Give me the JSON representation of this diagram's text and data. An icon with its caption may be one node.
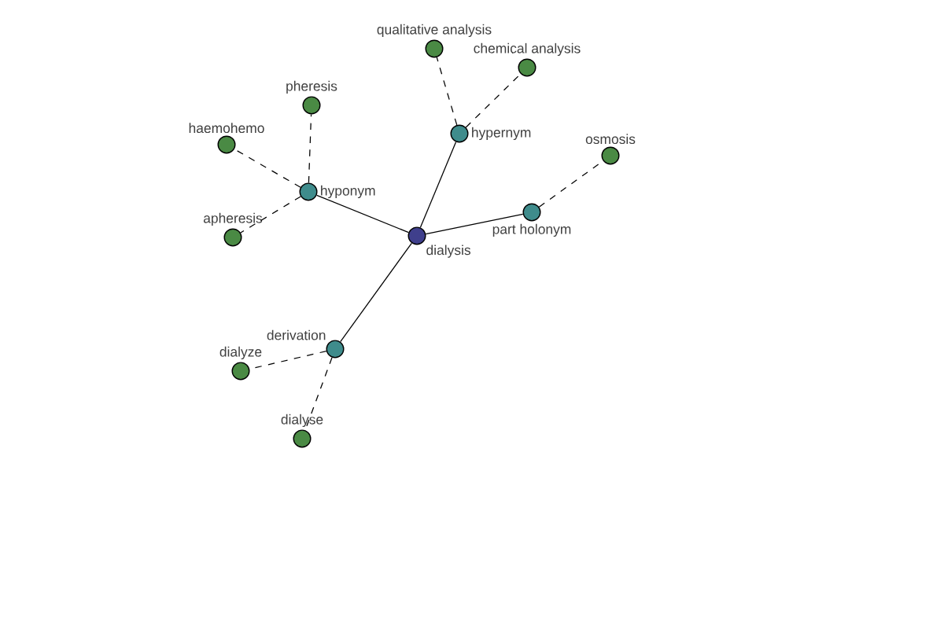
{
  "diagram": {
    "nodes": [
      {
        "text": [
          "dialysis"
        ]
      },
      {
        "text": [
          "hypernym"
        ]
      },
      {
        "text": [
          "qualitative analysis"
        ]
      },
      {
        "text": [
          "chemical analysis"
        ]
      },
      {
        "text": [
          "hyponym"
        ]
      },
      {
        "text": [
          "pheresis"
        ]
      },
      {
        "text": [
          "haemohemo"
        ]
      },
      {
        "text": [
          "apheresis"
        ]
      },
      {
        "text": [
          "part holonym"
        ]
      },
      {
        "text": [
          "osmosis"
        ]
      },
      {
        "text": [
          "derivation"
        ]
      },
      {
        "text": [
          "dialyze"
        ]
      },
      {
        "text": [
          "dialyse"
        ]
      }
    ],
    "edges": [
      {
        "from": 0,
        "to": 1,
        "arrow": "none"
      },
      {
        "from": 0,
        "to": 4,
        "arrow": "none"
      },
      {
        "from": 0,
        "to": 8,
        "arrow": "none"
      },
      {
        "from": 0,
        "to": 10,
        "arrow": "none"
      },
      {
        "from": 1,
        "to": 2,
        "arrow": "none",
        "style": "dashed"
      },
      {
        "from": 1,
        "to": 3,
        "arrow": "none",
        "style": "dashed"
      },
      {
        "from": 4,
        "to": 5,
        "arrow": "none",
        "style": "dashed"
      },
      {
        "from": 4,
        "to": 6,
        "arrow": "none",
        "style": "dashed"
      },
      {
        "from": 4,
        "to": 7,
        "arrow": "none",
        "style": "dashed"
      },
      {
        "from": 8,
        "to": 9,
        "arrow": "none",
        "style": "dashed"
      },
      {
        "from": 10,
        "to": 11,
        "arrow": "none",
        "style": "dashed"
      },
      {
        "from": 10,
        "to": 12,
        "arrow": "none",
        "style": "dashed"
      }
    ]
  }
}
